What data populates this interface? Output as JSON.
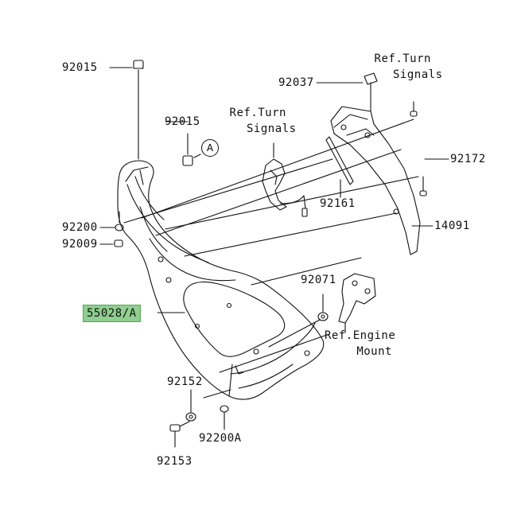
{
  "labels": {
    "p92015_top": "92015",
    "p92015_mid": "92015",
    "p92037": "92037",
    "p92172": "92172",
    "p92200": "92200",
    "p92009": "92009",
    "p92161": "92161",
    "p14091": "14091",
    "p92071": "92071",
    "p55028": "55028/A",
    "p92152": "92152",
    "p92200a": "92200A",
    "p92153": "92153",
    "callout_a": "A"
  },
  "refs": {
    "turn_signals_right_l1": "Ref.Turn",
    "turn_signals_right_l2": "Signals",
    "turn_signals_left_l1": "Ref.Turn",
    "turn_signals_left_l2": "Signals",
    "engine_mount_l1": "Ref.Engine",
    "engine_mount_l2": "Mount"
  },
  "colors": {
    "highlight": "#8fcf8f",
    "line": "#111111",
    "background": "#ffffff"
  }
}
